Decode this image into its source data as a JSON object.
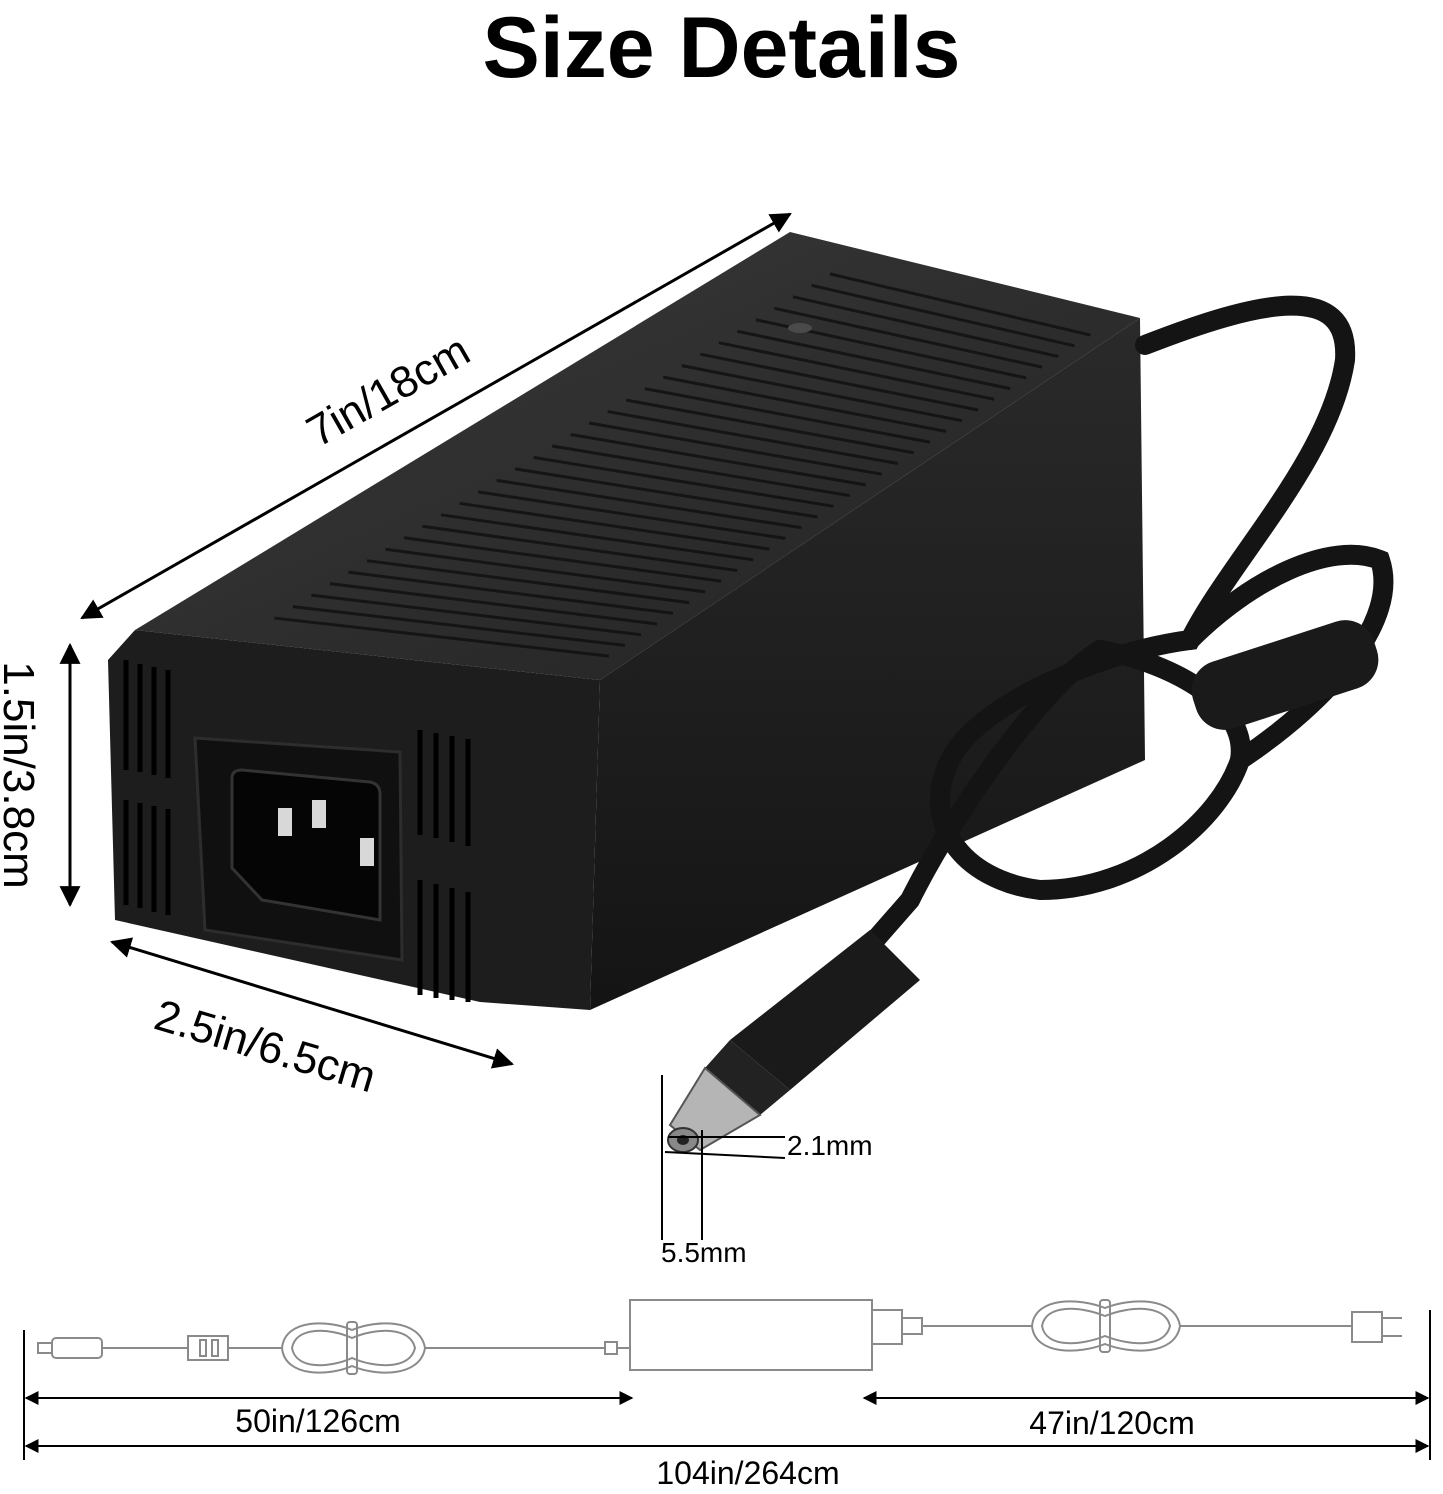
{
  "title": "Size Details",
  "dimensions": {
    "length": "7in/18cm",
    "height": "1.5in/3.8cm",
    "width": "2.5in/6.5cm",
    "inner_diameter": "2.1mm",
    "outer_diameter": "5.5mm"
  },
  "cable_lengths": {
    "dc_side": "50in/126cm",
    "ac_side": "47in/120cm",
    "total": "104in/264cm"
  },
  "colors": {
    "adapter_body": "#1b1b1b",
    "adapter_ribs": "#2c2c2c",
    "ink": "#000000",
    "outline": "#8a8a8a"
  }
}
